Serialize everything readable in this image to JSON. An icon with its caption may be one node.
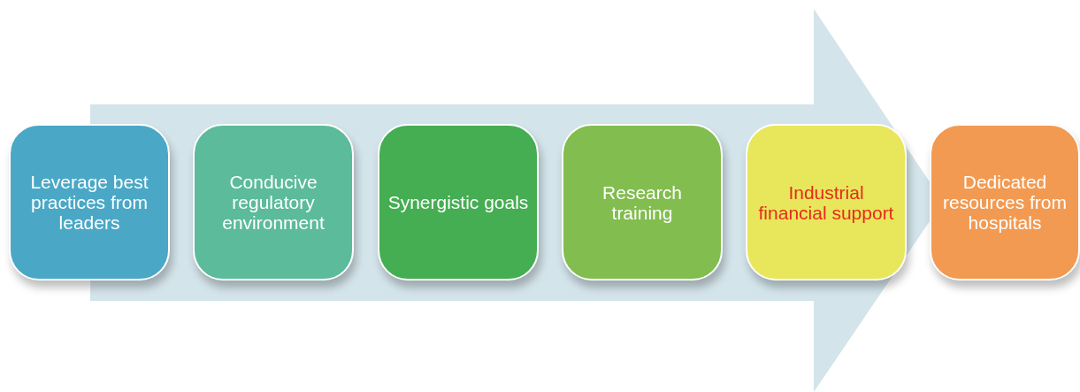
{
  "diagram": {
    "nodes": [
      {
        "text": [
          "Leverage best practices from leaders"
        ]
      },
      {
        "text": [
          "Conducive regulatory environment"
        ]
      },
      {
        "text": [
          "Synergistic goals"
        ]
      },
      {
        "text": [
          "Research training"
        ]
      },
      {
        "text": [
          "Industrial financial support"
        ]
      },
      {
        "text": [
          "Dedicated resources from hospitals"
        ]
      }
    ]
  }
}
